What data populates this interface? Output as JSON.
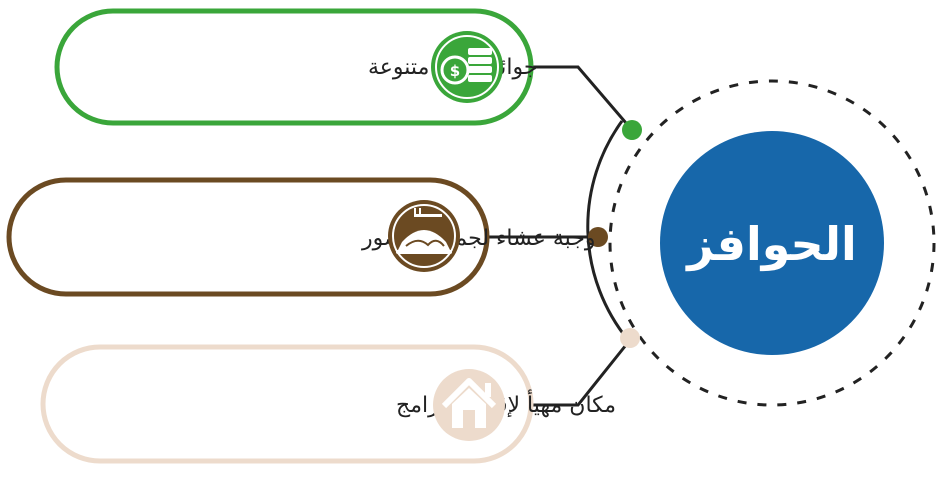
{
  "center": {
    "title": "الحوافز",
    "color": "#1767aa"
  },
  "items": [
    {
      "label": "جوائز عينية متنوعة",
      "icon": "coins-icon",
      "color": "#3aa63a"
    },
    {
      "label": "وجبة عشاء لجميع الحضور",
      "icon": "meal-icon",
      "color": "#6b4a22"
    },
    {
      "label": "مكان مهيأ لإقامة البرامج",
      "icon": "house-icon",
      "color": "#eddbcc"
    }
  ]
}
